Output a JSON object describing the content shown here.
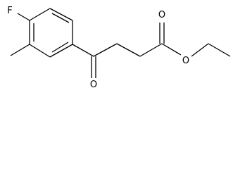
{
  "molecule": {
    "atoms": [
      {
        "id": "F",
        "label": "F"
      },
      {
        "id": "O1",
        "label": "O"
      },
      {
        "id": "O2",
        "label": "O"
      },
      {
        "id": "O3",
        "label": "O"
      }
    ]
  }
}
